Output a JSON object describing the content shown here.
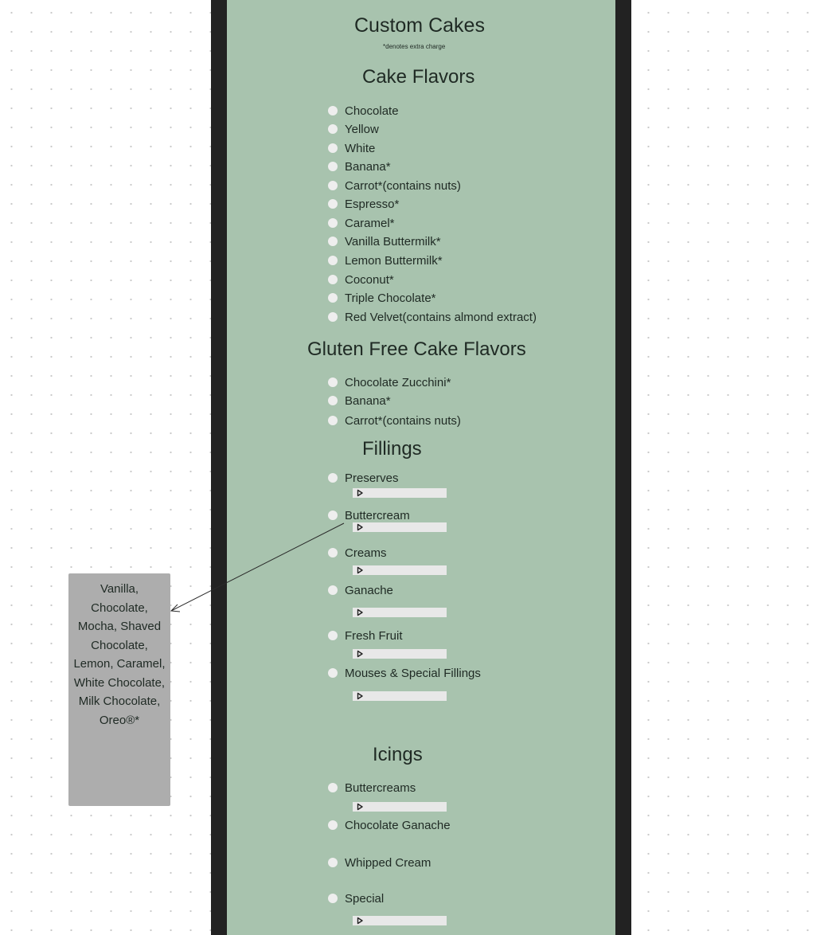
{
  "colors": {
    "canvas": "#ffffff",
    "frame": "#222222",
    "panel": "#a8c3ae",
    "radio": "#eeeeee",
    "callout": "#adadad",
    "text": "#1f2a24"
  },
  "header": {
    "title": "Custom Cakes",
    "note": "*denotes extra charge"
  },
  "cake_flavors": {
    "heading": "Cake Flavors",
    "options": [
      "Chocolate",
      "Yellow",
      "White",
      "Banana*",
      "Carrot*(contains nuts)",
      "Espresso*",
      "Caramel*",
      "Vanilla Buttermilk*",
      "Lemon Buttermilk*",
      "Coconut*",
      "Triple Chocolate*",
      "Red Velvet(contains almond extract)"
    ]
  },
  "gluten_free": {
    "heading": "Gluten Free Cake Flavors",
    "options": [
      "Chocolate Zucchini*",
      "Banana*",
      "Carrot*(contains nuts)"
    ]
  },
  "fillings": {
    "heading": "Fillings",
    "options": [
      "Preserves",
      "Buttercream",
      "Creams",
      "Ganache",
      "Fresh Fruit",
      "Mouses & Special Fillings"
    ]
  },
  "icings": {
    "heading": "Icings",
    "options": [
      "Buttercreams",
      "Chocolate Ganache",
      "Whipped Cream",
      "Special"
    ]
  },
  "callout": {
    "text": "Vanilla, Chocolate, Mocha, Shaved Chocolate, Lemon, Caramel, White Chocolate, Milk Chocolate, Oreo®*"
  },
  "icons": {
    "radio": "radio-circle",
    "player": "play-icon",
    "connector": "arrow-icon"
  }
}
